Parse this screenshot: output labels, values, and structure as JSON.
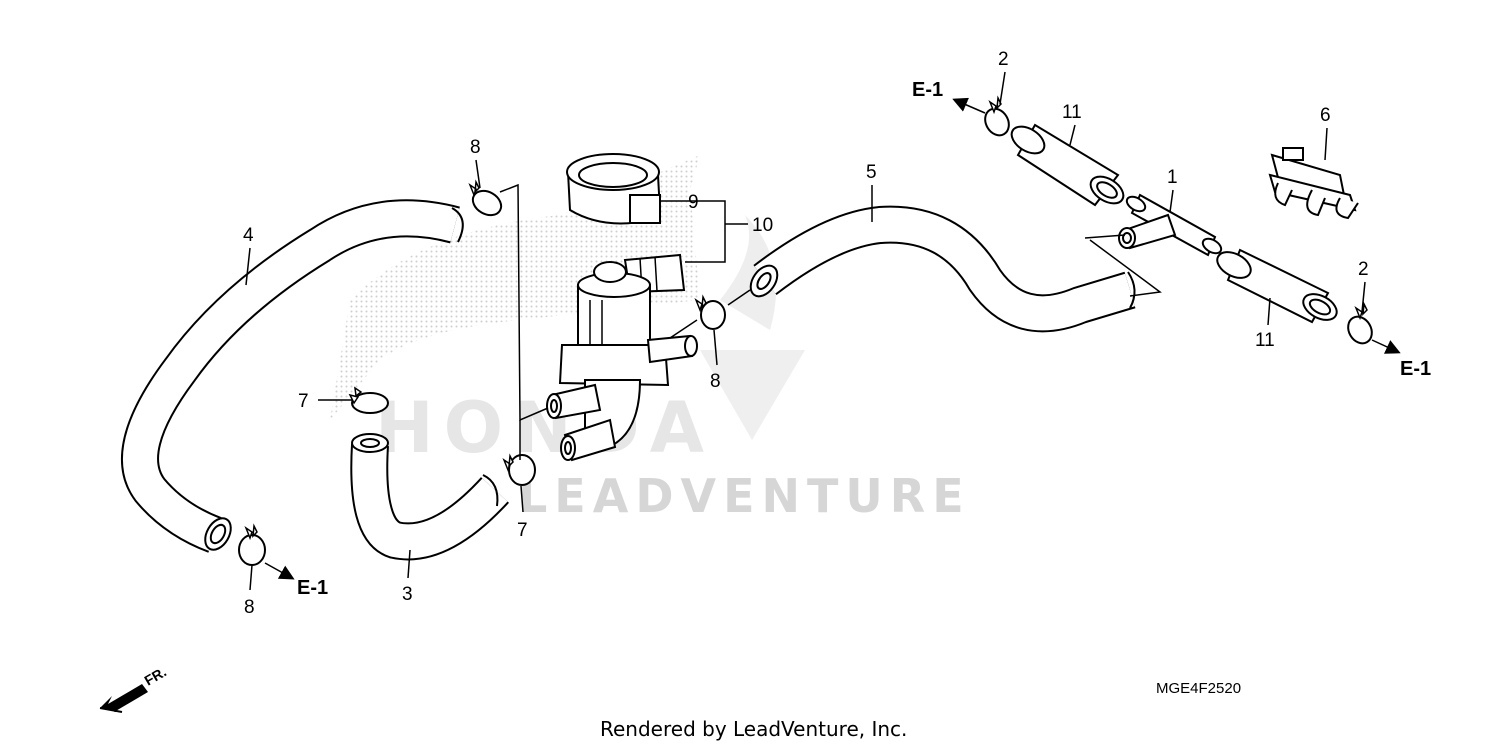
{
  "diagram": {
    "callouts": {
      "c1": "1",
      "c2a": "2",
      "c2b": "2",
      "c3": "3",
      "c4": "4",
      "c5": "5",
      "c6": "6",
      "c7a": "7",
      "c7b": "7",
      "c8a": "8",
      "c8b": "8",
      "c8c": "8",
      "c9": "9",
      "c10": "10",
      "c11a": "11",
      "c11b": "11"
    },
    "refs": {
      "r1": "E-1",
      "r2": "E-1",
      "r3": "E-1"
    },
    "front_marker": "FR.",
    "diagram_code": "MGE4F2520",
    "watermark_brand": "HONDA",
    "watermark_text": "LEADVENTURE",
    "footer": "Rendered by LeadVenture, Inc."
  }
}
